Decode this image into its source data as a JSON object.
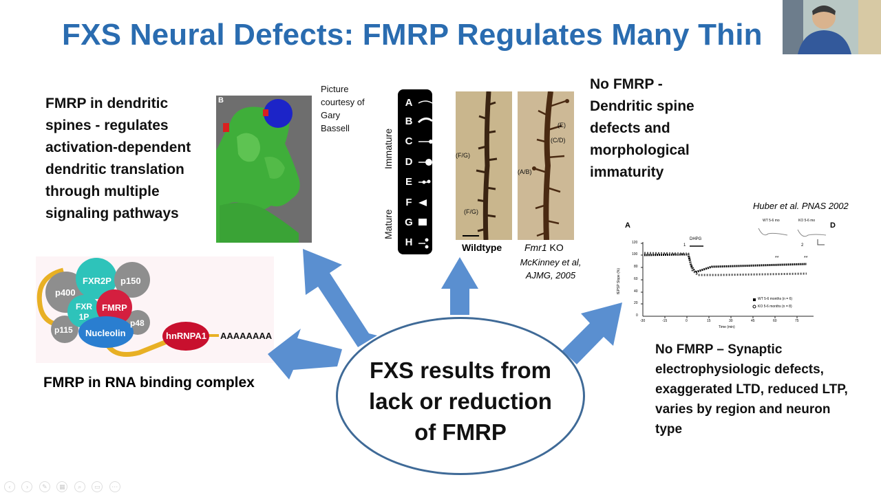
{
  "slide": {
    "title": "FXS Neural Defects: FMRP Regulates Many Thin",
    "spines_text": "FMRP in dendritic spines - regulates activation-dependent dendritic translation through multiple signaling pathways",
    "courtesy": "Picture courtesy of Gary Bassell",
    "spine_panel_letter": "B",
    "ladder": {
      "letters": [
        "A",
        "B",
        "C",
        "D",
        "E",
        "F",
        "G",
        "H"
      ],
      "immature_label": "Immature",
      "mature_label": "Mature"
    },
    "micrographs": {
      "wt_labels": [
        "(F/G)",
        "(F/G)"
      ],
      "ko_labels": [
        "(E)",
        "(C/D)",
        "(A/B)"
      ],
      "wildtype_label": "Wildtype",
      "ko_label_italic": "Fmr1",
      "ko_label_rest": " KO",
      "citation": "McKinney et al, AJMG, 2005"
    },
    "nofmrp_text": "No FMRP - Dendritic spine defects and morphological immaturity",
    "huber": "Huber et al. PNAS 2002",
    "graph": {
      "panel_letter": "A",
      "panel_letter_right": "D",
      "drug": "DHPG",
      "inset_left": "WT 5-6 mo",
      "inset_right": "KO 5-6 mo",
      "ylabel": "fEPSP Slope (%)",
      "xlabel": "Time (min)",
      "yticks": [
        "120",
        "100",
        "80",
        "60",
        "40",
        "20",
        "0"
      ],
      "xticks": [
        "-30",
        "-15",
        "0",
        "15",
        "30",
        "45",
        "60",
        "75"
      ],
      "legend_wt": "WT 5-6 months (n = 6)",
      "legend_ko": "KO 5-6 months (n = 8)",
      "marks": [
        "1",
        "2",
        "**",
        "**"
      ]
    },
    "complex": {
      "proteins": [
        "FXR2P",
        "p150",
        "p400",
        "FXR 1P",
        "FMRP",
        "p48",
        "p115",
        "Nucleolin",
        "hnRNPA1"
      ],
      "polya": "AAAAAAAA"
    },
    "rna_text": "FMRP in RNA binding complex",
    "center_text": [
      "FXS results from",
      "lack or reduction",
      "of FMRP"
    ],
    "synaptic_text": "No FMRP – Synaptic electrophysiologic defects, exaggerated LTD, reduced LTP, varies by region and neuron type"
  },
  "colors": {
    "title": "#2a6cb0",
    "arrow": "#5a8fd0",
    "ellipse_border": "#3f6a97"
  }
}
